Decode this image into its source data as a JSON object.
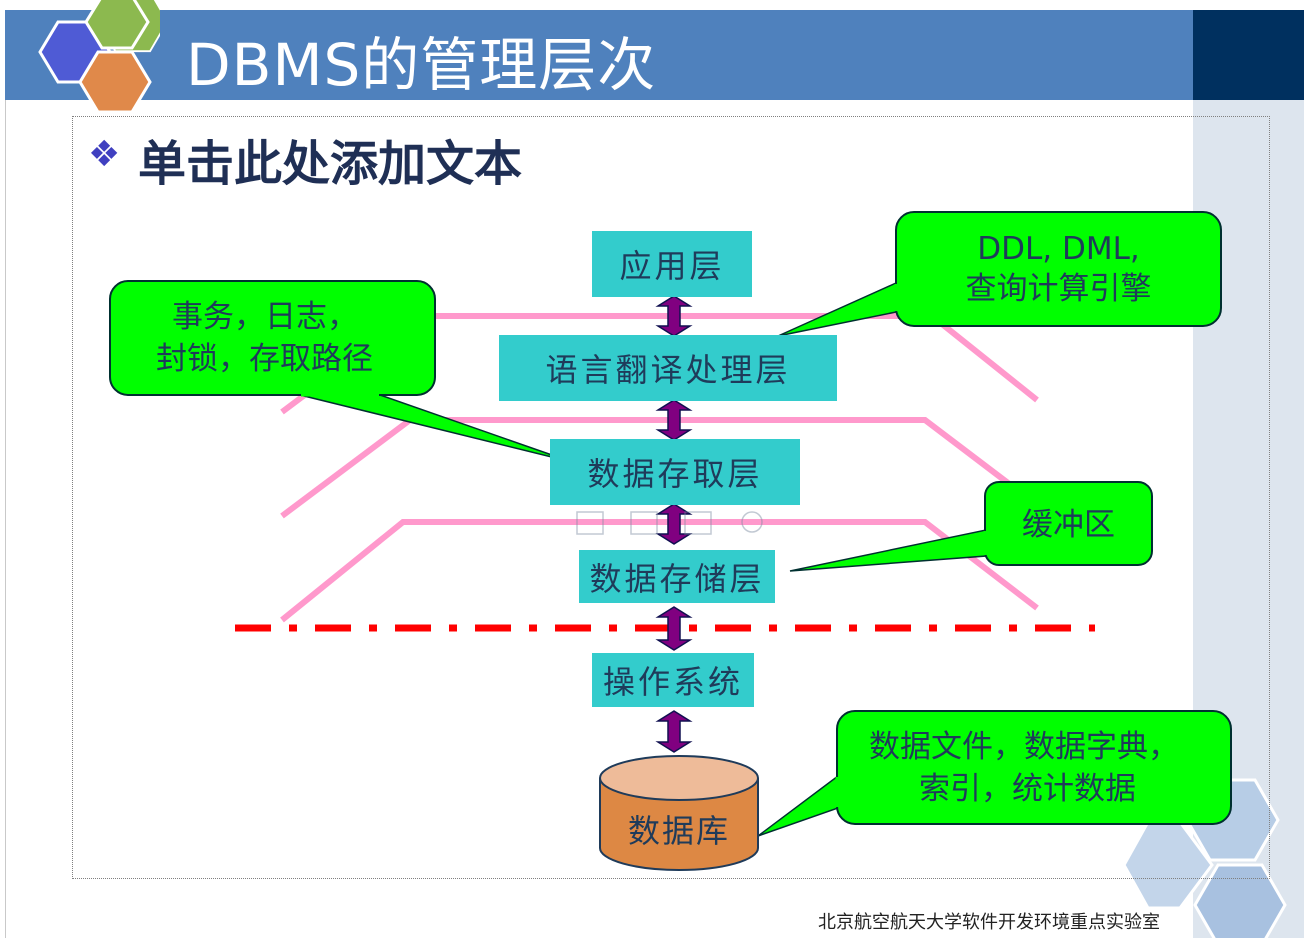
{
  "slide": {
    "title": "DBMS的管理层次",
    "subtitle": "单击此处添加文本",
    "bullet": "❖",
    "footer": "北京航空航天大学软件开发环境重点实验室"
  },
  "layers": {
    "app": "应用层",
    "translate": "语言翻译处理层",
    "access": "数据存取层",
    "storage": "数据存储层",
    "os": "操作系统",
    "database": "数据库"
  },
  "callouts": {
    "ddl_line1": "DDL, DML,",
    "ddl_line2": "查询计算引擎",
    "trans_line1": "事务，日志，",
    "trans_line2": "封锁，存取路径",
    "buffer": "缓冲区",
    "files_line1": "数据文件，数据字典，",
    "files_line2": "索引，统计数据"
  },
  "colors": {
    "title_bar": "#4f81bd",
    "layer_fill": "#33cccc",
    "callout_fill": "#00ff00",
    "pink_lines": "#ff99cc",
    "red_dash": "#ff0000",
    "arrow": "#800080",
    "db_fill": "#dd8844"
  }
}
